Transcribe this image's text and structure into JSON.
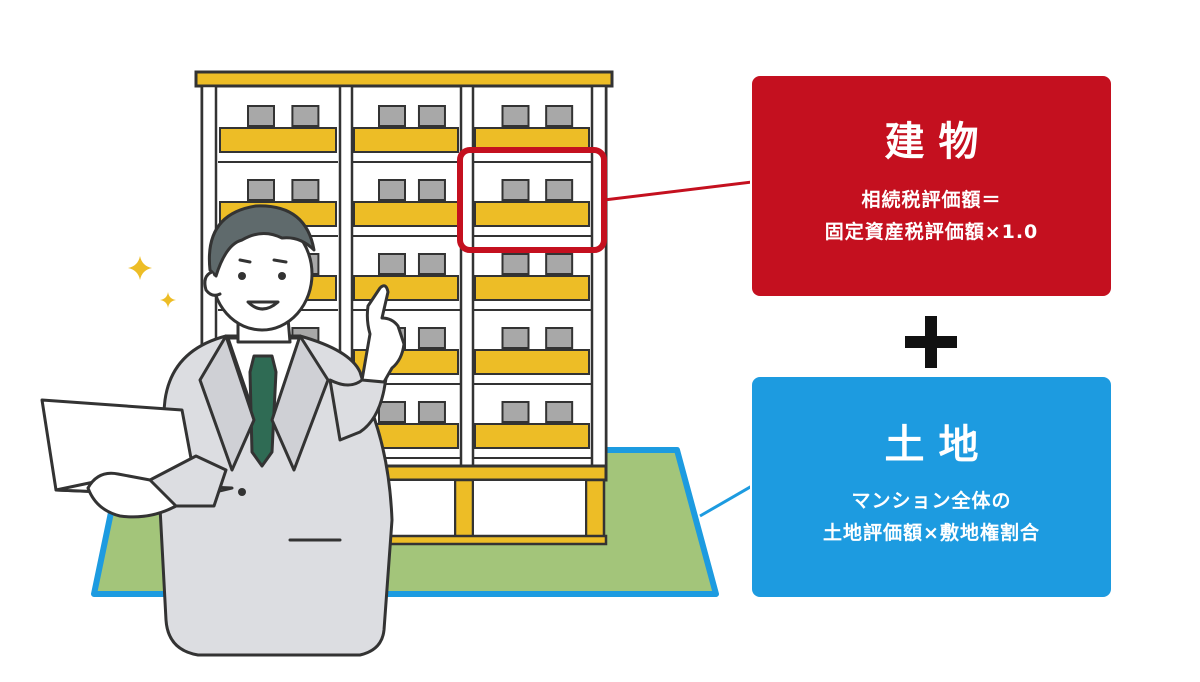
{
  "colors": {
    "building_accent": "#c4101f",
    "land_accent": "#1d9be0",
    "building_yellow": "#edbd26",
    "lawn_green": "#a3c57a",
    "window_gray": "#a8a8a8",
    "suit_gray": "#dcdde1"
  },
  "building_box": {
    "title": "建物",
    "lines": [
      "相続税評価額＝",
      "固定資産税評価額×1.0"
    ]
  },
  "land_box": {
    "title": "土地",
    "lines": [
      "マンション全体の",
      "土地評価額×敷地権割合"
    ]
  },
  "icons": {
    "operator": "plus-icon",
    "sparkles": "sparkle-icon"
  }
}
